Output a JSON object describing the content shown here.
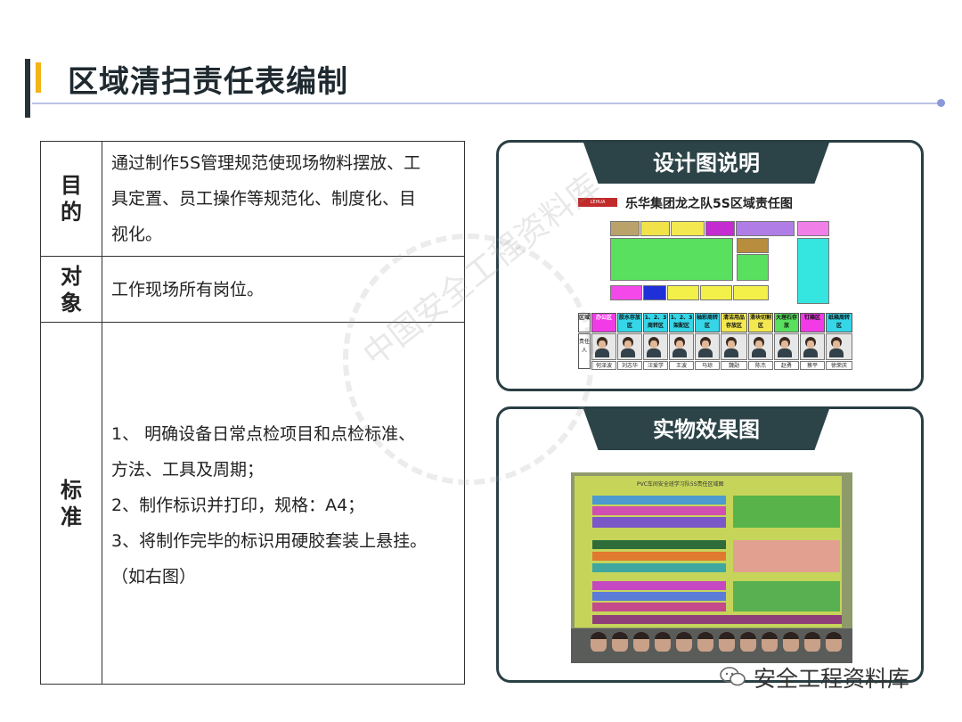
{
  "title": "区域清扫责任表编制",
  "table": {
    "rows": [
      {
        "head": "目的",
        "lines": [
          "通过制作5S管理规范使现场物料摆放、工",
          "具定置、员工操作等规范化、制度化、目",
          "视化。"
        ]
      },
      {
        "head": "对象",
        "lines": [
          "工作现场所有岗位。"
        ]
      },
      {
        "head": "标准",
        "lines": [
          "1、 明确设备日常点检项目和点检标准、",
          "方法、工具及周期；",
          "2、制作标识并打印，规格：A4；",
          "3、将制作完毕的标识用硬胶套装上悬挂。",
          "（如右图）"
        ]
      }
    ]
  },
  "panel_design": {
    "title": "设计图说明",
    "figure": {
      "logo": "LEHUA",
      "heading": "乐华集团龙之队5S区域责任图",
      "area_label": "区域",
      "person_label": "责任人",
      "areas": [
        "办公区",
        "胶水存放区",
        "1、2、3周转区",
        "1、2、3架配区",
        "轴彩周转区",
        "清洁用品存放区",
        "滑块切割区",
        "大理石存放",
        "钉箱区",
        "纸箱周转区"
      ],
      "people": [
        "何泽波",
        "刘志华",
        "汪爱学",
        "王波",
        "马琼",
        "魏勋",
        "陈杰",
        "赵勇",
        "蔡平",
        "徐荣庆"
      ]
    }
  },
  "panel_photo": {
    "title": "实物效果图",
    "figure": {
      "heading": "PVC车间安全班学习队5S责任区域图"
    }
  },
  "watermark": "中国安全工程资料库",
  "footer": "安全工程资料库"
}
